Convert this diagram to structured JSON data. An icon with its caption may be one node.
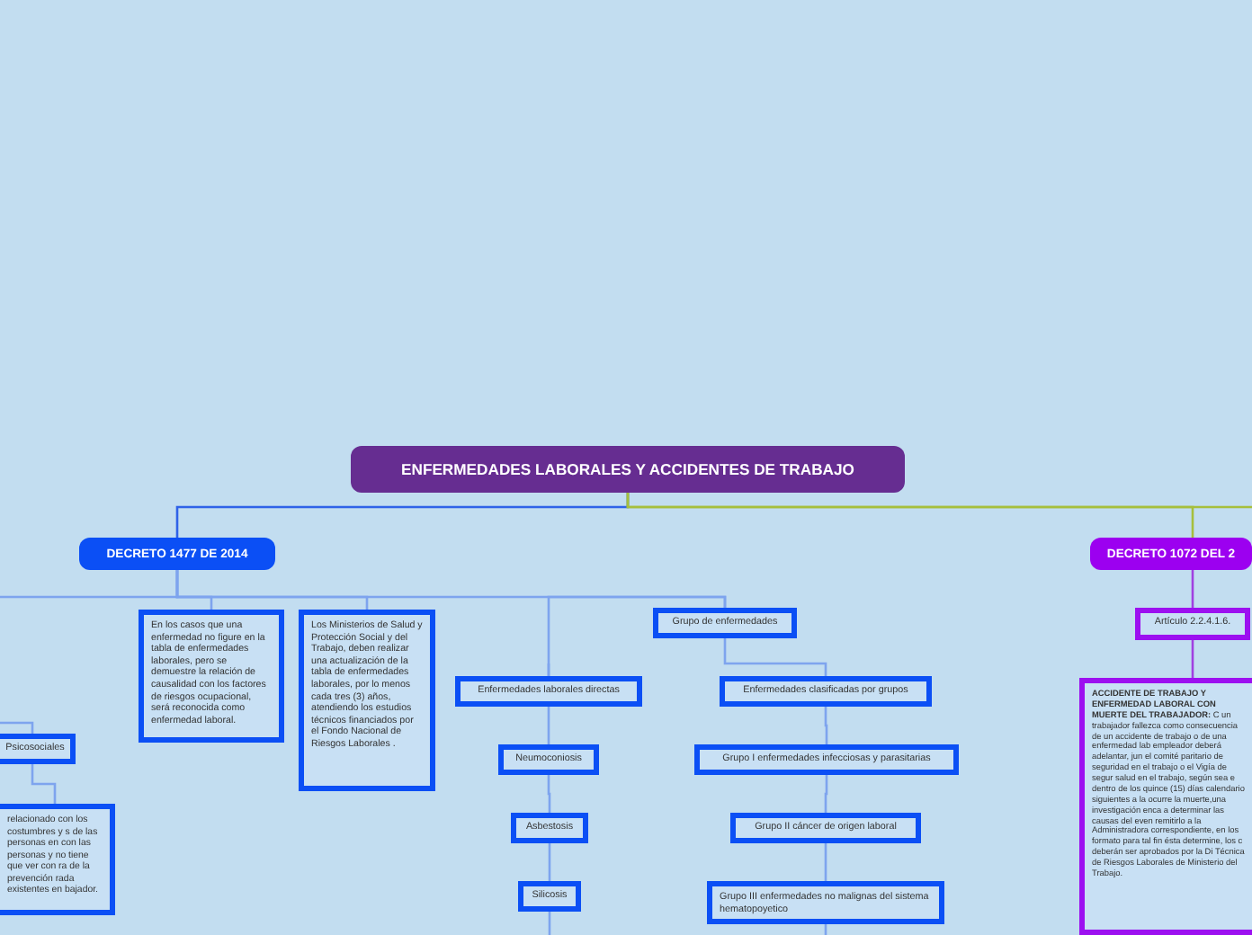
{
  "diagram": {
    "nodes": [
      {
        "text": [
          "ENFERMEDADES LABORALES Y ACCIDENTES DE TRABAJO"
        ]
      },
      {
        "text": [
          "DECRETO 1477 DE 2014"
        ]
      },
      {
        "text": [
          "DECRETO 1072 DEL 2"
        ]
      },
      {
        "text": [
          "Psicosociales"
        ]
      },
      {
        "text": [
          "relacionado con los costumbres y s de las personas en con las personas y no tiene que ver con ra de la prevención rada existentes en bajador."
        ]
      },
      {
        "text": [
          "En los casos que una enfermedad no figure en la tabla de enfermedades laborales, pero se demuestre la relación de causalidad con los factores de riesgos ocupacional, será reconocida como enfermedad laboral."
        ]
      },
      {
        "text": [
          "Los Ministerios de Salud y Protección Social y del Trabajo, deben realizar una actualización de la tabla de enfermedades laborales, por lo menos cada tres (3) años, atendiendo los estudios técnicos financiados por el Fondo Nacional de Riesgos Laborales ."
        ]
      },
      {
        "text": [
          "Grupo de enfermedades"
        ]
      },
      {
        "text": [
          "Enfermedades laborales directas"
        ]
      },
      {
        "text": [
          "Enfermedades clasificadas por grupos"
        ]
      },
      {
        "text": [
          "Neumoconiosis"
        ]
      },
      {
        "text": [
          "Asbestosis"
        ]
      },
      {
        "text": [
          "Silicosis"
        ]
      },
      {
        "text": [
          "Grupo I enfermedades infecciosas y parasitarias"
        ]
      },
      {
        "text": [
          "Grupo II cáncer de origen laboral"
        ]
      },
      {
        "text": [
          "Grupo III enfermedades no malignas del sistema hematopoyetico"
        ]
      },
      {
        "text": [
          "Artículo 2.2.4.1.6."
        ]
      },
      {
        "text": [
          "**ACCIDENTE DE TRABAJO Y ENFERMEDAD LABORAL CON MUERTE DEL TRABAJADOR:** C un trabajador fallezca como consecuencia de un accidente de trabajo o de una enfermedad lab empleador deberá adelantar, jun el comité paritario de seguridad en el trabajo o el Vigía de segur salud en el trabajo, según sea e dentro de los quince (15) días calendario siguientes a la ocurre la muerte,una investigación enca a determinar las causas del even remitirlo a la Administradora correspondiente, en los formato para tal fin ésta determine, los c deberán ser aprobados por la Di Técnica de Riesgos Laborales de Ministerio del Trabajo."
        ]
      }
    ],
    "edges": [
      {
        "from": 0,
        "to": 1,
        "arrow": "none",
        "color": "#2f62e8"
      },
      {
        "from": 0,
        "to": 2,
        "arrow": "none",
        "color": "#a6bf3c"
      },
      {
        "from": 0,
        "to": null,
        "arrow": "none",
        "color": "#a6bf3c"
      },
      {
        "from": 1,
        "to": null,
        "arrow": "none"
      },
      {
        "from": null,
        "to": 3,
        "arrow": "none"
      },
      {
        "from": 3,
        "to": 4,
        "arrow": "none"
      },
      {
        "from": 1,
        "to": 5,
        "arrow": "none"
      },
      {
        "from": 1,
        "to": 6,
        "arrow": "none"
      },
      {
        "from": 1,
        "to": 7,
        "arrow": "none"
      },
      {
        "from": 7,
        "to": 8,
        "arrow": "none"
      },
      {
        "from": 7,
        "to": 9,
        "arrow": "none"
      },
      {
        "from": 8,
        "to": 10,
        "arrow": "none"
      },
      {
        "from": 10,
        "to": 11,
        "arrow": "none"
      },
      {
        "from": 11,
        "to": 12,
        "arrow": "none"
      },
      {
        "from": 12,
        "to": null,
        "arrow": "none"
      },
      {
        "from": 9,
        "to": 13,
        "arrow": "none"
      },
      {
        "from": 13,
        "to": 14,
        "arrow": "none"
      },
      {
        "from": 14,
        "to": 15,
        "arrow": "none"
      },
      {
        "from": 15,
        "to": null,
        "arrow": "none"
      },
      {
        "from": 2,
        "to": 16,
        "arrow": "none",
        "color": "#a040e0"
      },
      {
        "from": 16,
        "to": 17,
        "arrow": "none",
        "color": "#a040e0"
      }
    ]
  }
}
